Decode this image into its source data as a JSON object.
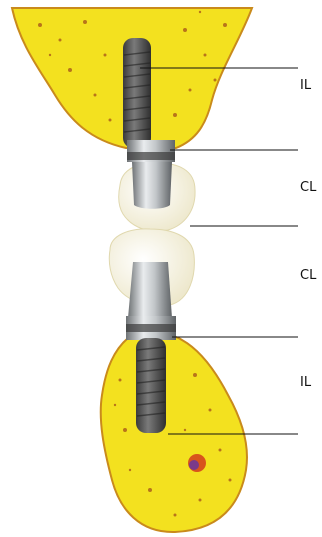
{
  "labels": {
    "il_top": "IL",
    "cl_top": "CL",
    "cl_bottom": "CL",
    "il_bottom": "IL"
  },
  "colors": {
    "bone_fill": "#f3e11f",
    "bone_outline": "#c98a1c",
    "implant_dark": "#4a4a4a",
    "implant_metal": "#bfc3c6",
    "crown_fill": "#fbf8e8",
    "leader_line": "#111111"
  }
}
